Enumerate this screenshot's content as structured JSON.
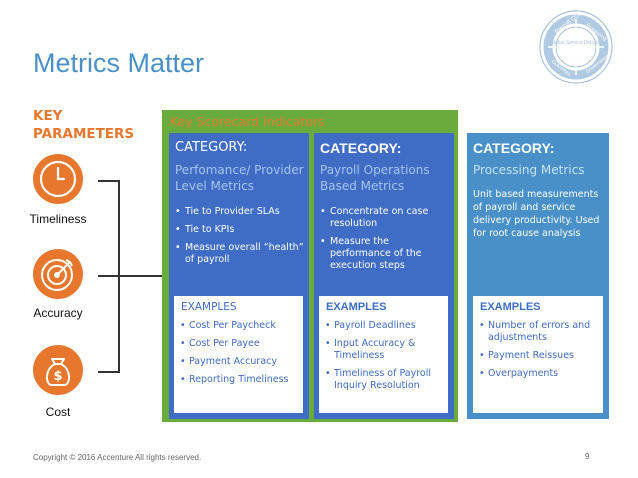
{
  "title": "Metrics Matter",
  "logo": {
    "segments": [
      "Payroll COE",
      "Processing",
      "Governance",
      "Outcomes"
    ],
    "center": "Global Service Delivery",
    "color": "#a9c4e0"
  },
  "key_parameters": {
    "heading": "KEY PARAMETERS",
    "items": [
      {
        "label": "Timeliness",
        "icon": "clock-icon"
      },
      {
        "label": "Accuracy",
        "icon": "target-icon"
      },
      {
        "label": "Cost",
        "icon": "money-bag-icon"
      }
    ]
  },
  "scorecard": {
    "title": "Key Scorecard Indicators",
    "columns": [
      {
        "category": "CATEGORY:",
        "subtitle": "Perfomance/ Provider Level Metrics",
        "bullets": [
          "Tie to Provider SLAs",
          "Tie to KPIs",
          "Measure overall “health” of payroll"
        ],
        "examples_title": "EXAMPLES",
        "examples": [
          "Cost Per Paycheck",
          "Cost Per Payee",
          "Payment Accuracy",
          "Reporting Timeliness"
        ]
      },
      {
        "category": "CATEGORY:",
        "subtitle": "Payroll Operations Based Metrics",
        "bullets": [
          "Concentrate on case resolution",
          "Measure the performance of the execution steps"
        ],
        "examples_title": "EXAMPLES",
        "examples": [
          "Payroll Deadlines",
          "Input Accuracy & Timeliness",
          "Timeliness of Payroll Inquiry Resolution"
        ]
      }
    ]
  },
  "processing": {
    "category": "CATEGORY:",
    "subtitle": "Processing Metrics",
    "description": "Unit based measurements of payroll and service delivery productivity. Used for root cause analysis",
    "examples_title": "EXAMPLES",
    "examples": [
      "Number of errors and adjustments",
      "Payment Reissues",
      "Overpayments"
    ]
  },
  "footer": {
    "copyright": "Copyright © 2016 Accenture  All rights reserved.",
    "page": "9"
  },
  "colors": {
    "accent_orange": "#e8772e",
    "title_blue": "#4a90c8",
    "dark_blue": "#3f6cc4",
    "green": "#6aab3e"
  }
}
